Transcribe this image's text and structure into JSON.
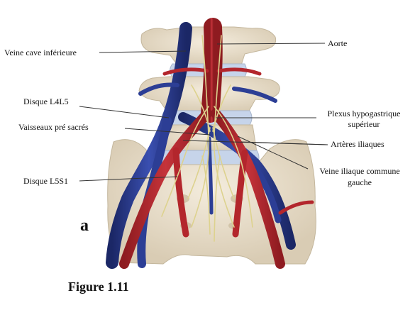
{
  "labels": {
    "veine_cave": "Veine cave inférieure",
    "aorte": "Aorte",
    "disque_l4l5": "Disque L4L5",
    "vaisseaux": "Vaisseaux pré sacrés",
    "plexus_line1": "Plexus hypogastrique",
    "plexus_line2": "supérieur",
    "arteres": "Artères iliaques",
    "veine_iliaque_line1": "Veine iliaque commune",
    "veine_iliaque_line2": "gauche",
    "disque_l5s1": "Disque L5S1"
  },
  "panel_letter": "a",
  "caption": "Figure 1.11",
  "colors": {
    "bone": "#ece3d2",
    "bone_shadow": "#cfc3ad",
    "disc": "#c9d6e8",
    "artery": "#b3262c",
    "artery_dark": "#7e161b",
    "vein": "#2c3e95",
    "vein_dark": "#1b2766",
    "nerve": "#d9cf8a",
    "leader": "#333333"
  }
}
